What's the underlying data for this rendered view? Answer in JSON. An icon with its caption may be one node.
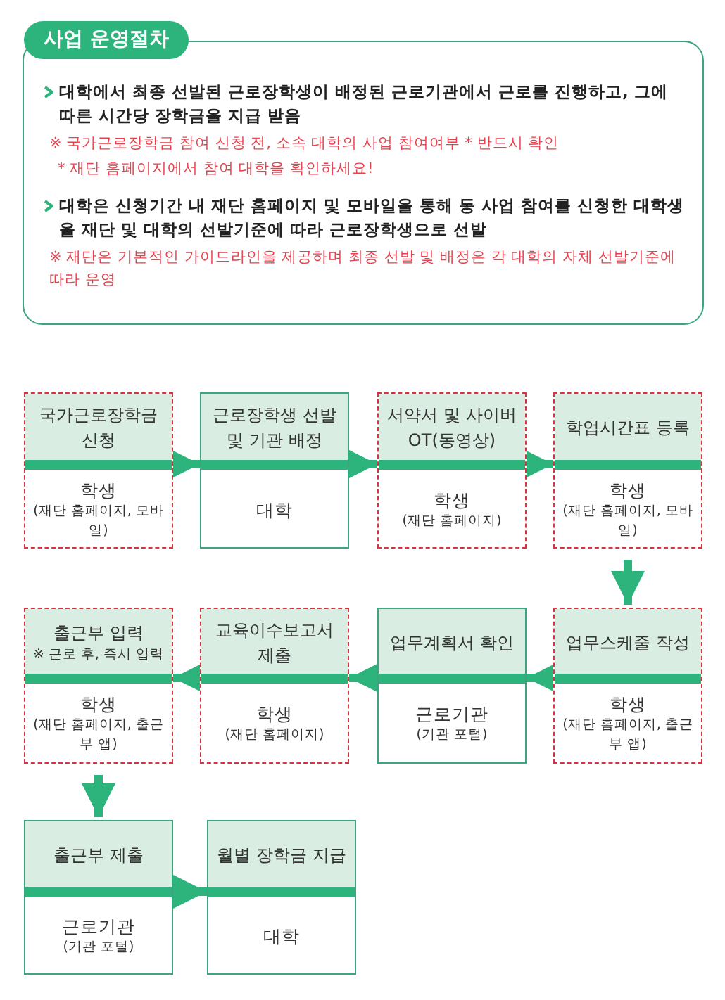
{
  "diagram": {
    "nodes": [
      {
        "text": [
          "사업 운영절차",
          "대학에서 최종 선발된 근로장학생이 배정된 근로기관에서 근로를 진행하고, 그에 따른 시간당 장학금을 지급 받음",
          "※ 국가근로장학금 참여 신청 전, 소속 대학의 사업 참여여부 * 반드시 확인",
          "* 재단 홈페이지에서 참여 대학을 확인하세요!",
          "대학은 신청기간 내 재단 홈페이지 및 모바일을 통해 동 사업 참여를 신청한 대학생을 재단 및 대학의 선발기준에 따라 근로장학생으로 선발",
          "※ 재단은 기본적인 가이드라인을 제공하며 최종 선발 및 배정은 각 대학의 자체 선발기준에 따라 운영"
        ]
      },
      {
        "text": [
          "국가근로장학금 신청",
          "학생",
          "(재단 홈페이지, 모바일)"
        ]
      },
      {
        "text": [
          "근로장학생 선발 및 기관 배정",
          "대학"
        ]
      },
      {
        "text": [
          "서약서 및 사이버 OT(동영상)",
          "학생",
          "(재단 홈페이지)"
        ]
      },
      {
        "text": [
          "학업시간표 등록",
          "학생",
          "(재단 홈페이지, 모바일)"
        ]
      },
      {
        "text": [
          "출근부 입력",
          "※ 근로 후, 즉시 입력",
          "학생",
          "(재단 홈페이지, 출근부 앱)"
        ]
      },
      {
        "text": [
          "교육이수보고서 제출",
          "학생",
          "(재단 홈페이지)"
        ]
      },
      {
        "text": [
          "업무계획서 확인",
          "근로기관",
          "(기관 포털)"
        ]
      },
      {
        "text": [
          "업무스케줄 작성",
          "학생",
          "(재단 홈페이지, 출근부 앱)"
        ]
      },
      {
        "text": [
          "출근부 제출",
          "근로기관",
          "(기관 포털)"
        ]
      },
      {
        "text": [
          "월별 장학금 지급",
          "대학"
        ]
      }
    ],
    "edges": [
      {
        "from": 1,
        "to": 2,
        "arrow": "to"
      },
      {
        "from": 2,
        "to": 3,
        "arrow": "to"
      },
      {
        "from": 3,
        "to": 4,
        "arrow": "to"
      },
      {
        "from": 4,
        "to": 8,
        "arrow": "to"
      },
      {
        "from": 8,
        "to": 7,
        "arrow": "to"
      },
      {
        "from": 7,
        "to": 6,
        "arrow": "to"
      },
      {
        "from": 6,
        "to": 5,
        "arrow": "to"
      },
      {
        "from": 5,
        "to": 9,
        "arrow": "to"
      },
      {
        "from": 9,
        "to": 10,
        "arrow": "to"
      }
    ]
  }
}
